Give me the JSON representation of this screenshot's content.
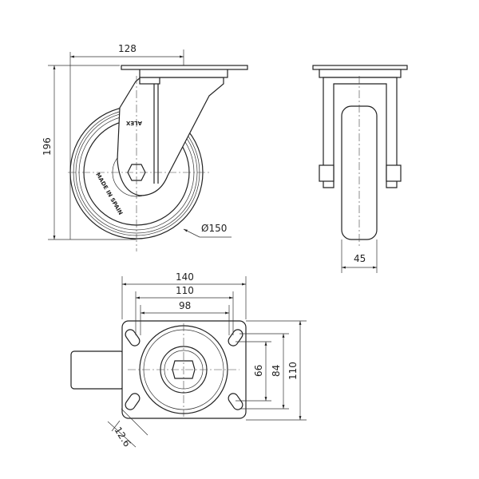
{
  "side_view": {
    "width_dim": "128",
    "height_dim": "196",
    "diameter_dim": "Ø150",
    "brand_mark": "ALEX",
    "wheel_text": "MADE IN SPAIN"
  },
  "front_view": {
    "wheel_width_dim": "45"
  },
  "bottom_view": {
    "plate_width_dim": "140",
    "hole_outer_dim": "110",
    "hole_inner_dim": "98",
    "hole_spacing_inner_dim": "66",
    "hole_spacing_outer_dim": "84",
    "plate_height_dim": "110",
    "slot_width_dim": "12.6"
  }
}
